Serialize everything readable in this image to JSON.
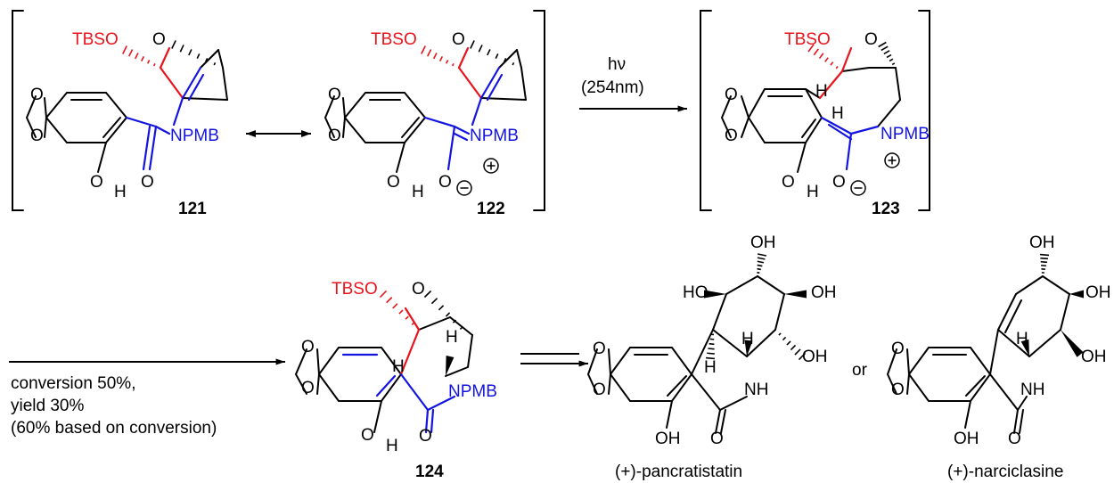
{
  "colors": {
    "black": "#000000",
    "red": "#e8141c",
    "blue": "#1414e0"
  },
  "labels": {
    "c121": "121",
    "c122": "122",
    "c123": "123",
    "c124": "124",
    "tbso": "TBSO",
    "npmb": "NPMB",
    "o": "O",
    "h": "H",
    "oh": "OH",
    "ho": "HO",
    "nh": "NH",
    "or": "or",
    "plus": "+",
    "minus": "−"
  },
  "conditions": {
    "hv": "hν",
    "wavelength": "(254nm)",
    "conversion": "conversion 50%,",
    "yield": "yield 30%",
    "based": "(60% based on conversion)"
  },
  "products": {
    "pancratistatin": "(+)-pancratistatin",
    "narciclasine": "(+)-narciclasine"
  }
}
